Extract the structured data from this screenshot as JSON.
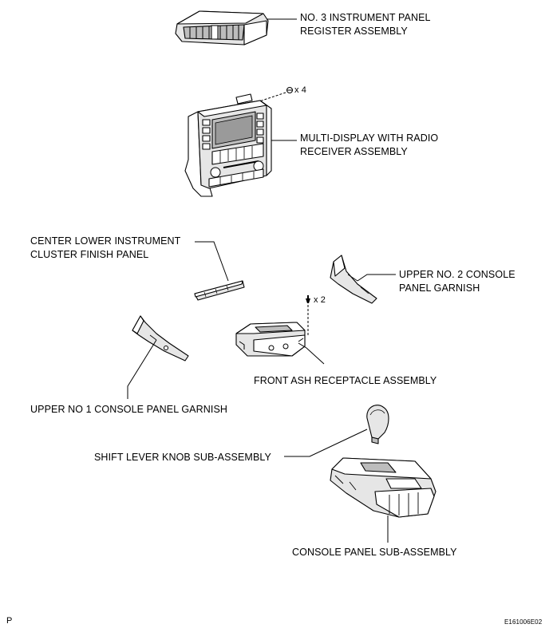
{
  "labels": {
    "register_line1": "NO. 3 INSTRUMENT PANEL",
    "register_line2": "REGISTER ASSEMBLY",
    "screws_qty": "x 4",
    "radio_line1": "MULTI-DISPLAY WITH RADIO",
    "radio_line2": "RECEIVER ASSEMBLY",
    "finish_panel_line1": "CENTER LOWER INSTRUMENT",
    "finish_panel_line2": "CLUSTER FINISH PANEL",
    "upper2_line1": "UPPER NO. 2 CONSOLE",
    "upper2_line2": "PANEL GARNISH",
    "clips_qty": "x 2",
    "ash_receptacle": "FRONT ASH RECEPTACLE ASSEMBLY",
    "upper1": "UPPER NO  1 CONSOLE PANEL GARNISH",
    "shift_knob": "SHIFT LEVER KNOB SUB-ASSEMBLY",
    "console_panel": "CONSOLE PANEL SUB-ASSEMBLY"
  },
  "footer": {
    "left_mark": "P",
    "figure_id": "E161006E02"
  },
  "icons": [
    "screw-icon",
    "clip-icon"
  ]
}
